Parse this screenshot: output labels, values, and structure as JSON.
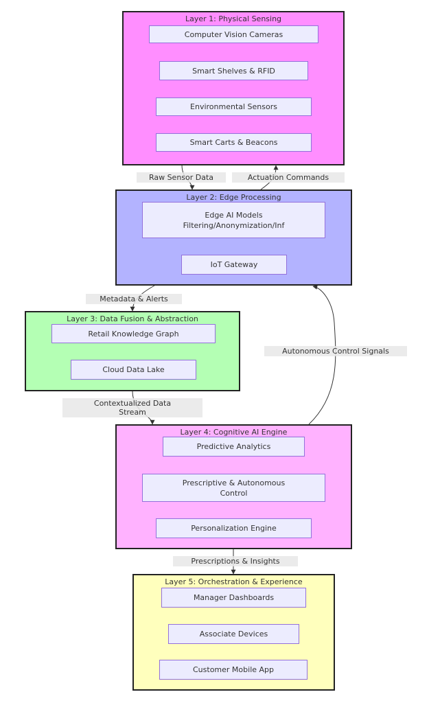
{
  "colors": {
    "layer1": "#ff8eff",
    "layer2": "#b3b3ff",
    "layer3": "#b4ffb4",
    "layer4": "#ffb2ff",
    "layer5": "#ffffbd",
    "node_fill": "#ececfe",
    "node_border": "#9370db",
    "edge": "#333333"
  },
  "layers": {
    "physical_sensing": {
      "title": "Layer 1: Physical Sensing",
      "nodes": [
        "Computer Vision Cameras",
        "Smart Shelves & RFID",
        "Environmental Sensors",
        "Smart Carts & Beacons"
      ]
    },
    "edge_processing": {
      "title": "Layer 2: Edge Processing",
      "nodes": [
        "Edge AI Models\nFiltering/Anonymization/Inf",
        "IoT Gateway"
      ]
    },
    "data_fusion": {
      "title": "Layer 3: Data Fusion & Abstraction",
      "nodes": [
        "Retail Knowledge Graph",
        "Cloud Data Lake"
      ]
    },
    "cognitive_ai": {
      "title": "Layer 4: Cognitive AI Engine",
      "nodes": [
        "Predictive Analytics",
        "Prescriptive & Autonomous\nControl",
        "Personalization Engine"
      ]
    },
    "orchestration": {
      "title": "Layer 5: Orchestration & Experience",
      "nodes": [
        "Manager Dashboards",
        "Associate Devices",
        "Customer Mobile App"
      ]
    }
  },
  "edges": {
    "raw_sensor_data": "Raw Sensor Data",
    "actuation_commands": "Actuation Commands",
    "metadata_alerts": "Metadata & Alerts",
    "contextualized_stream": "Contextualized Data\nStream",
    "autonomous_control": "Autonomous Control Signals",
    "prescriptions_insights": "Prescriptions & Insights"
  }
}
